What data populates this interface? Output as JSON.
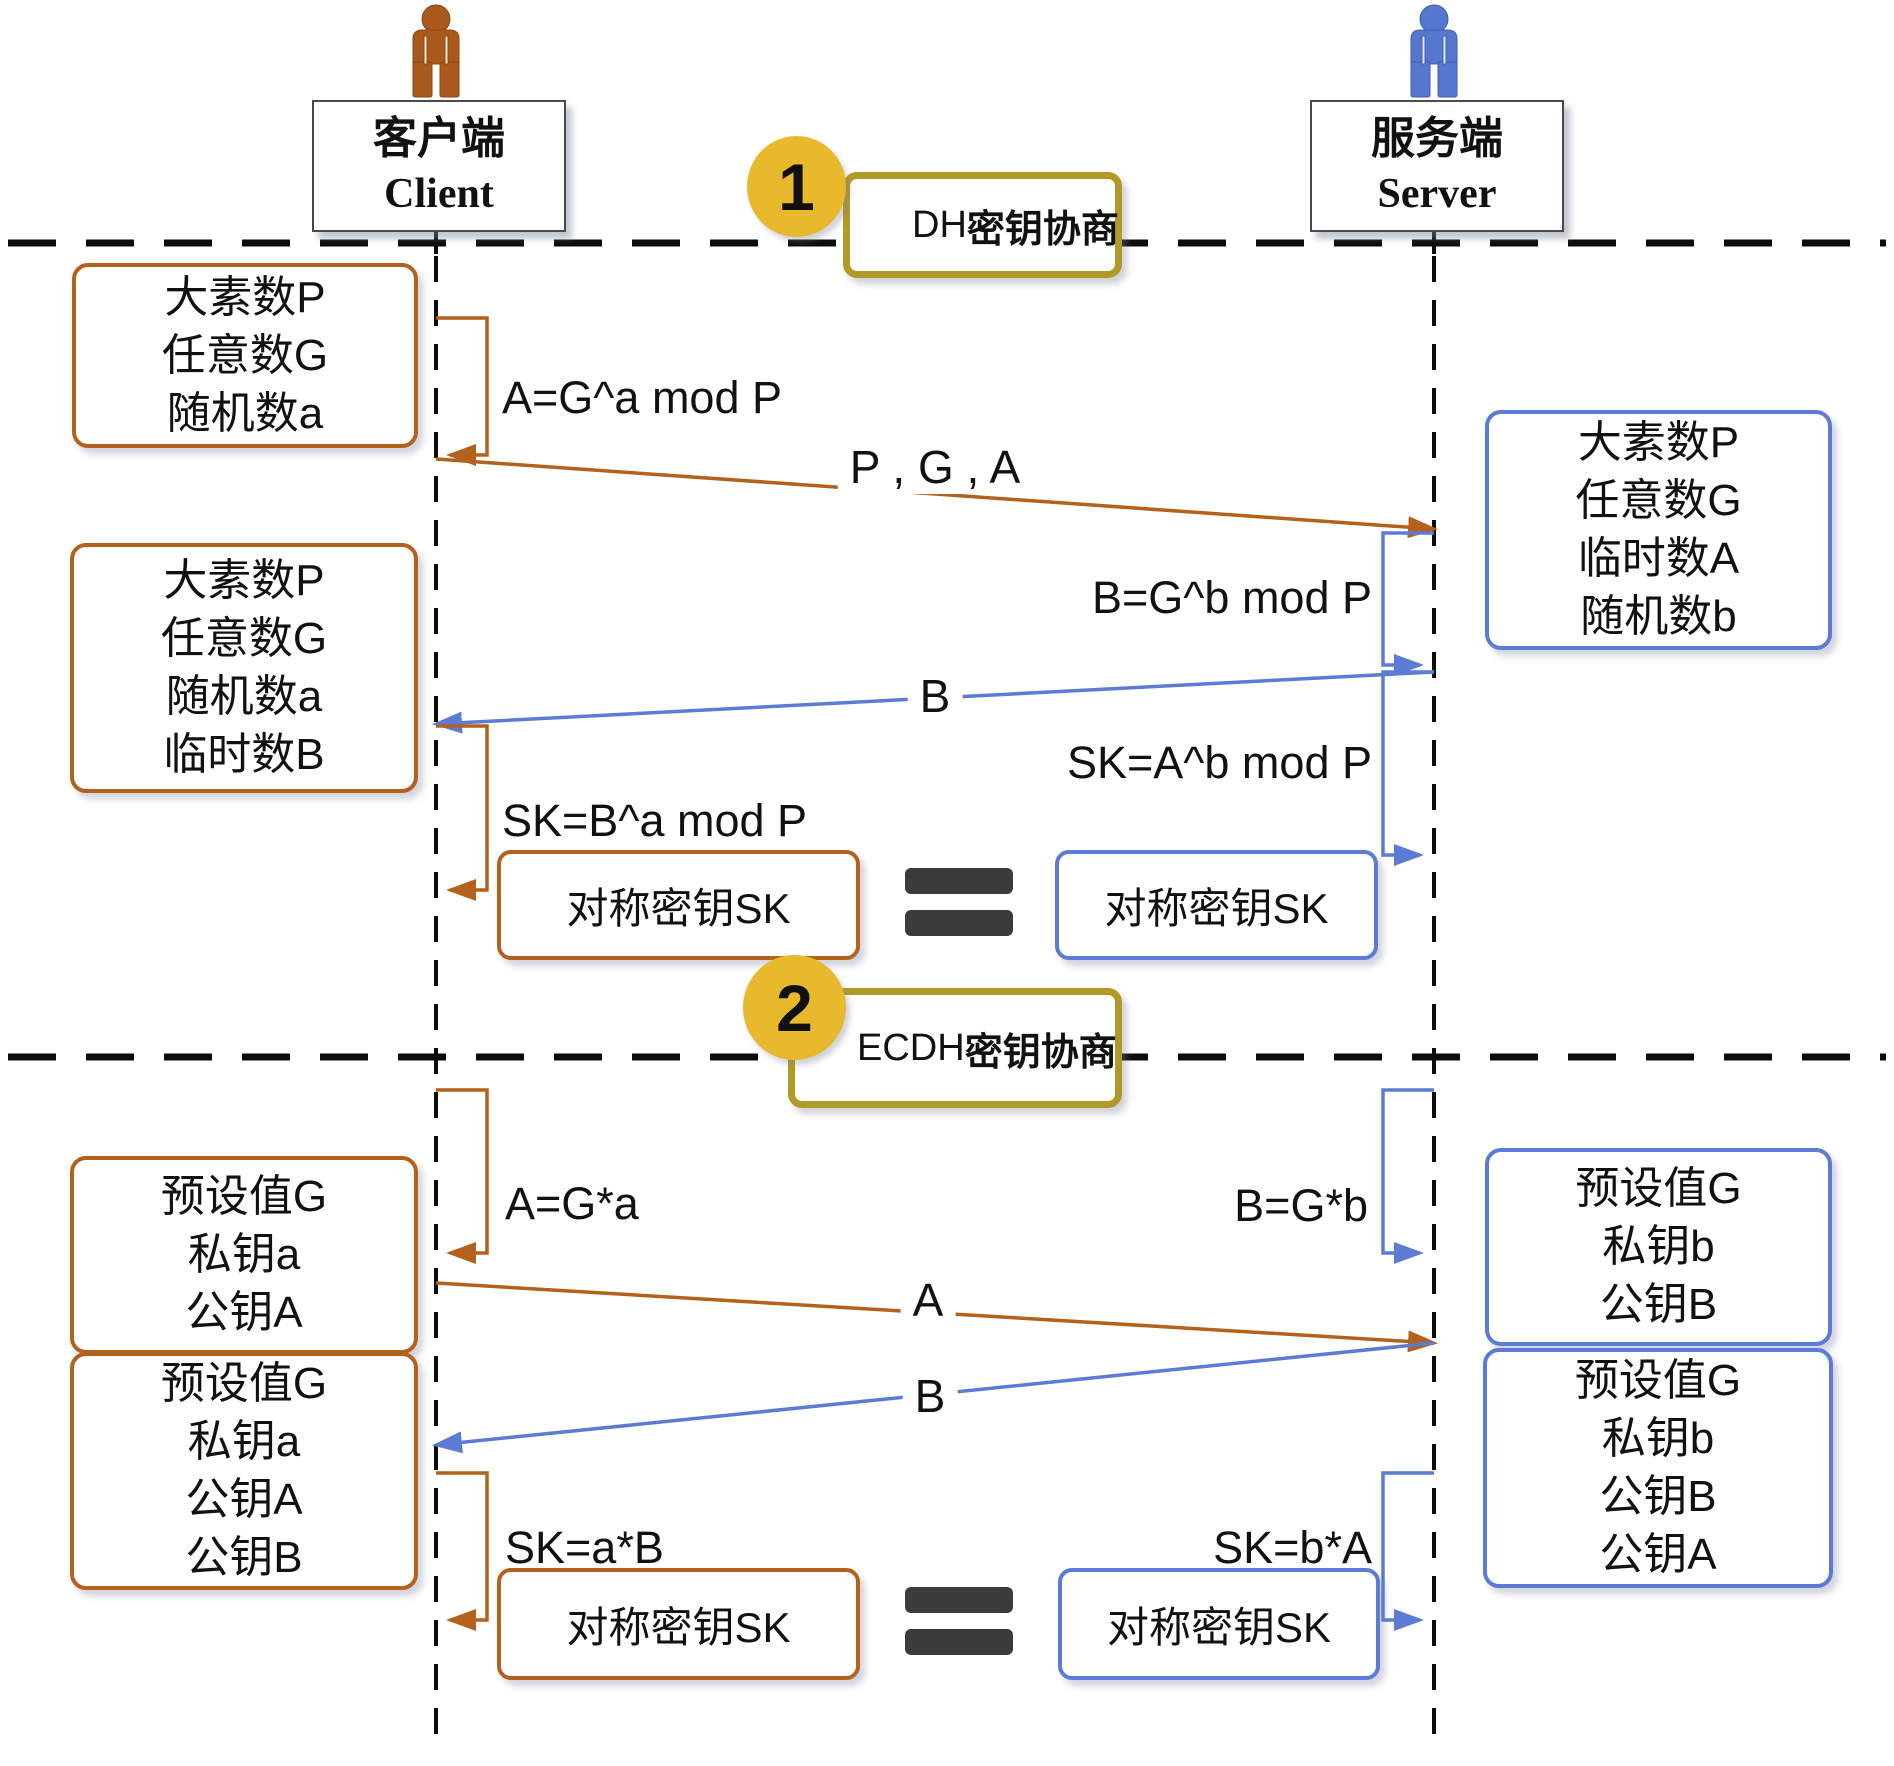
{
  "colors": {
    "orange": "#B4611C",
    "blue": "#5B7BD5",
    "gold": "#E8B82D",
    "gold_border": "#B29A26",
    "equals": "#3B3B3B",
    "text": "#111111"
  },
  "actors": {
    "client": {
      "title": "客户端",
      "subtitle": "Client"
    },
    "server": {
      "title": "服务端",
      "subtitle": "Server"
    }
  },
  "badges": {
    "one": {
      "number": "1",
      "prefix": "DH",
      "title": "密钥协商"
    },
    "two": {
      "number": "2",
      "prefix": "ECDH",
      "title": "密钥协商"
    }
  },
  "dh": {
    "client_params1": {
      "lines": [
        "大素数P",
        "任意数G",
        "随机数a"
      ]
    },
    "client_calc1": "A=G^a mod P",
    "msg_pga": "P , G , A",
    "server_params": {
      "lines": [
        "大素数P",
        "任意数G",
        "临时数A",
        "随机数b"
      ]
    },
    "server_calc1": "B=G^b mod P",
    "msg_b": "B",
    "client_params2": {
      "lines": [
        "大素数P",
        "任意数G",
        "随机数a",
        "临时数B"
      ]
    },
    "client_calc2": "SK=B^a mod P",
    "server_calc2": "SK=A^b mod P",
    "client_key": "对称密钥SK",
    "equals_symbol": "=",
    "server_key": "对称密钥SK"
  },
  "ecdh": {
    "client_calc1": "A=G*a",
    "server_calc1": "B=G*b",
    "client_params1": {
      "lines": [
        "预设值G",
        "私钥a",
        "公钥A"
      ]
    },
    "server_params1": {
      "lines": [
        "预设值G",
        "私钥b",
        "公钥B"
      ]
    },
    "msg_a": "A",
    "msg_b": "B",
    "client_params2": {
      "lines": [
        "预设值G",
        "私钥a",
        "公钥A",
        "公钥B"
      ]
    },
    "server_params2": {
      "lines": [
        "预设值G",
        "私钥b",
        "公钥B",
        "公钥A"
      ]
    },
    "client_calc2": "SK=a*B",
    "server_calc2": "SK=b*A",
    "client_key": "对称密钥SK",
    "equals_symbol": "=",
    "server_key": "对称密钥SK"
  }
}
